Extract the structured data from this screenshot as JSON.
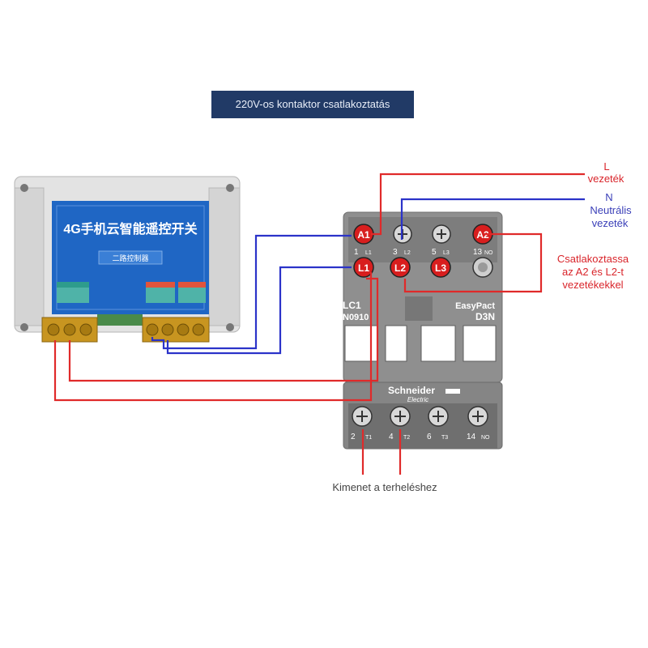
{
  "title": "220V-os kontaktor csatlakoztatás",
  "colors": {
    "live_wire": "#e02a2a",
    "neutral_wire": "#2b33c9",
    "banner": "#213a66"
  },
  "controller": {
    "heading": "4G手机云智能遥控开关",
    "subheading": "二路控制器"
  },
  "contactor": {
    "brand": "Schneider",
    "brand_sub": "Electric",
    "model_left_line1": "LC1",
    "model_left_line2": "N0910",
    "model_right_line1": "EasyPact",
    "model_right_line2": "D3N",
    "terminals_top": [
      {
        "marker": "A1",
        "num": "1",
        "sub": "L1"
      },
      {
        "marker": "",
        "num": "3",
        "sub": "L2"
      },
      {
        "marker": "",
        "num": "5",
        "sub": "L3"
      },
      {
        "marker": "A2",
        "num": "13",
        "sub": "NO"
      }
    ],
    "markers_mid": [
      "L1",
      "L2",
      "L3"
    ],
    "terminals_bottom": [
      {
        "num": "2",
        "sub": "T1"
      },
      {
        "num": "4",
        "sub": "T2"
      },
      {
        "num": "6",
        "sub": "T3"
      },
      {
        "num": "14",
        "sub": "NO"
      }
    ]
  },
  "labels": {
    "l_wire_1": "L",
    "l_wire_2": "vezeték",
    "n_wire_1": "N",
    "n_wire_2": "Neutrális",
    "n_wire_3": "vezeték",
    "connect_1": "Csatlakoztassa",
    "connect_2": "az A2 és L2-t",
    "connect_3": "vezetékekkel",
    "output": "Kimenet a terheléshez"
  }
}
